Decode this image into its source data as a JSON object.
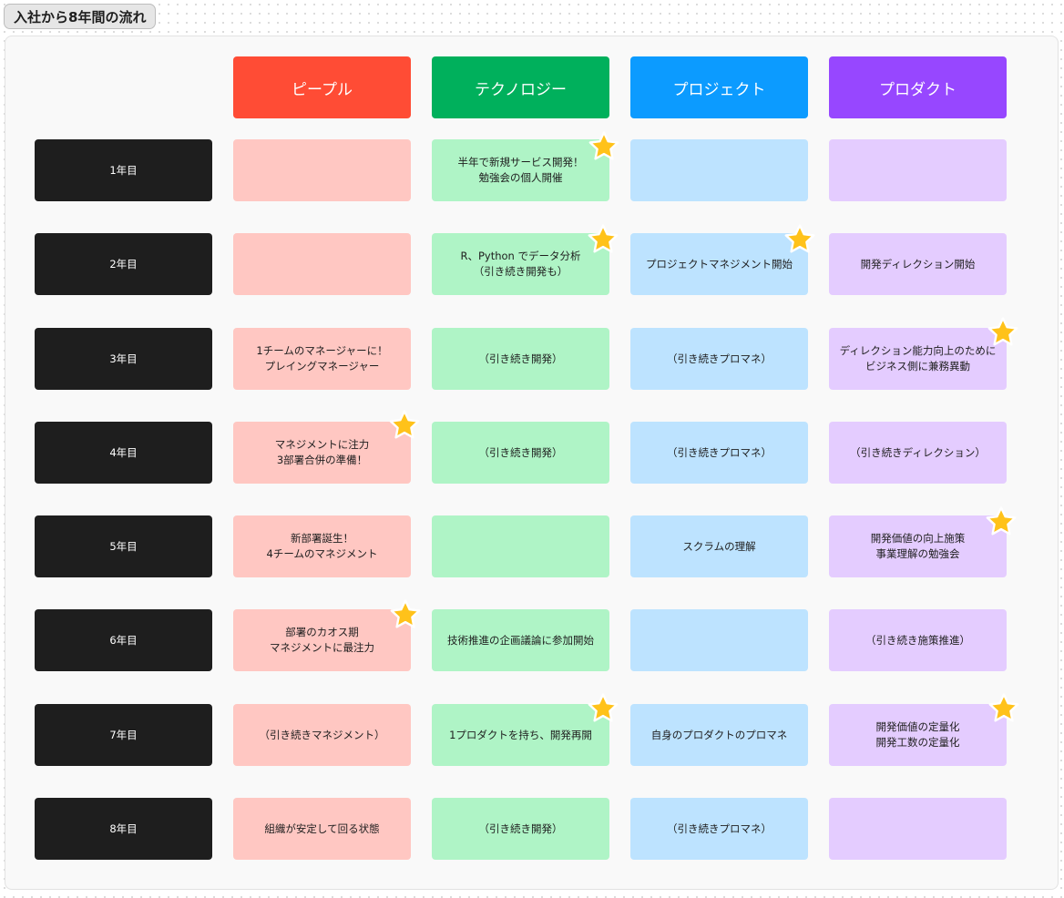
{
  "frame_title": "入社から8年間の流れ",
  "columns": [
    {
      "label": "ピープル",
      "color": "#ff4c35"
    },
    {
      "label": "テクノロジー",
      "color": "#00b05c"
    },
    {
      "label": "プロジェクト",
      "color": "#0c9bff"
    },
    {
      "label": "プロダクト",
      "color": "#9747ff"
    }
  ],
  "rows": [
    {
      "year": "1年目",
      "people": "",
      "technology": "半年で新規サービス開発！\n勉強会の個人開催",
      "project": "",
      "product": ""
    },
    {
      "year": "2年目",
      "people": "",
      "technology": "R、Python でデータ分析\n（引き続き開発も）",
      "project": "プロジェクトマネジメント開始",
      "product": "開発ディレクション開始"
    },
    {
      "year": "3年目",
      "people": "1チームのマネージャーに！\nプレイングマネージャー",
      "technology": "（引き続き開発）",
      "project": "（引き続きプロマネ）",
      "product": "ディレクション能力向上のために\nビジネス側に兼務異動"
    },
    {
      "year": "4年目",
      "people": "マネジメントに注力\n3部署合併の準備！",
      "technology": "（引き続き開発）",
      "project": "（引き続きプロマネ）",
      "product": "（引き続きディレクション）"
    },
    {
      "year": "5年目",
      "people": "新部署誕生！\n4チームのマネジメント",
      "technology": "",
      "project": "スクラムの理解",
      "product": "開発価値の向上施策\n事業理解の勉強会"
    },
    {
      "year": "6年目",
      "people": "部署のカオス期\nマネジメントに最注力",
      "technology": "技術推進の企画議論に参加開始",
      "project": "",
      "product": "（引き続き施策推進）"
    },
    {
      "year": "7年目",
      "people": "（引き続きマネジメント）",
      "technology": "1プロダクトを持ち、開発再開",
      "project": "自身のプロダクトのプロマネ",
      "product": "開発価値の定量化\n開発工数の定量化"
    },
    {
      "year": "8年目",
      "people": "組織が安定して回る状態",
      "technology": "（引き続き開発）",
      "project": "（引き続きプロマネ）",
      "product": ""
    }
  ],
  "star_icon": "star-icon",
  "star_color": "#ffc21a"
}
